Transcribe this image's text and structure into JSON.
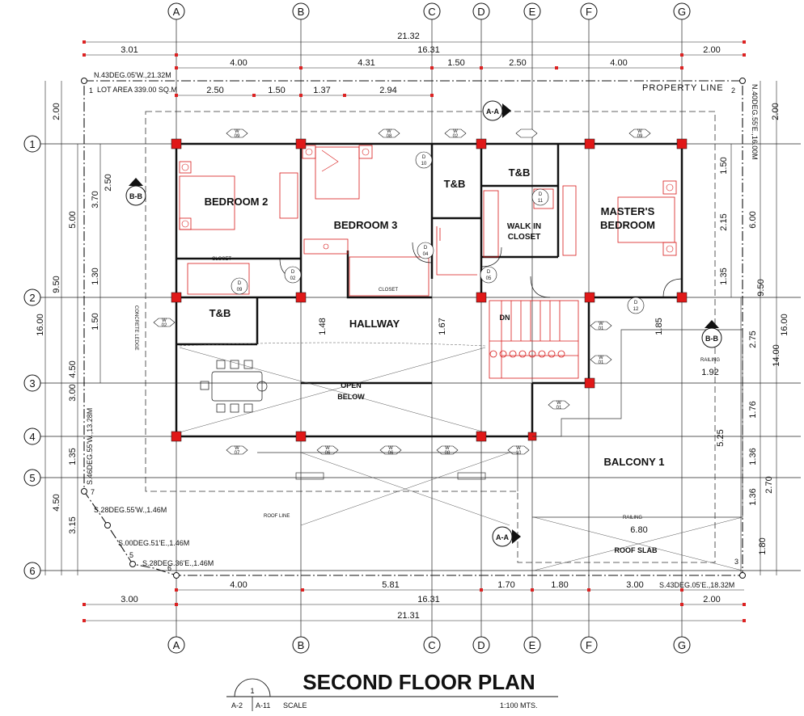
{
  "title": "SECOND FLOOR PLAN",
  "scale_label": "SCALE",
  "scale_value": "1:100 MTS.",
  "ref_top": "1",
  "ref_left": "A-2",
  "ref_right": "A-11",
  "property_line": "PROPERTY LINE",
  "lot_bearing": "N.43DEG.05'W.,21.32M",
  "lot_area": "LOT AREA 339.00 SQ.M",
  "bearing_right": "N.40DEG.55'E.,16.00M",
  "bearing_left": "S.46DEG.55'W.,13.28M",
  "bearing_bottom": "S.43DEG.05'E.,18.32M",
  "bearing_7": "S.28DEG.55'W.,1.46M",
  "bearing_6": "S.00DEG.51'E.,1.46M",
  "bearing_5": "S.28DEG.36'E.,1.46M",
  "corners": [
    "1",
    "2",
    "3",
    "5",
    "6",
    "7"
  ],
  "columns": [
    "A",
    "B",
    "C",
    "D",
    "E",
    "F",
    "G"
  ],
  "rows": [
    "1",
    "2",
    "3",
    "4",
    "5",
    "6"
  ],
  "top_dims": {
    "overall": "21.32",
    "left": "3.01",
    "mid": "16.31",
    "right": "2.00",
    "bays": [
      "4.00",
      "4.31",
      "1.50",
      "2.50",
      "4.00"
    ],
    "inner": [
      "2.50",
      "1.50",
      "1.37",
      "2.94"
    ]
  },
  "bottom_dims": {
    "overall": "21.31",
    "left": "3.00",
    "mid": "16.31",
    "right": "2.00",
    "bays": [
      "4.00",
      "5.81",
      "1.70",
      "1.80",
      "3.00"
    ]
  },
  "left_dims": {
    "overall": "16.00",
    "mid": "9.50",
    "outer": [
      "2.00",
      "5.00",
      "4.50",
      "1.35",
      "4.50"
    ],
    "inner": [
      "3.70",
      "1.30",
      "1.50",
      "3.00",
      "3.15"
    ],
    "extra": "2.50"
  },
  "right_dims": {
    "overall": "16.00",
    "mid": "14.00",
    "six": "6.00",
    "nine": "9.50",
    "two": "2.00",
    "outer": [
      "2.75",
      "1.76",
      "1.36",
      "2.70",
      "1.36",
      "1.80"
    ],
    "inner": [
      "1.50",
      "2.15",
      "1.35"
    ],
    "balcony_depth": "5.25",
    "balcony_width": "6.80",
    "stair_dim": "1.92",
    "stair_h": "1.85"
  },
  "hall_dims": {
    "h1": "1.48",
    "h2": "1.67"
  },
  "rooms": {
    "bedroom2": "BEDROOM 2",
    "bedroom3": "BEDROOM 3",
    "master1": "MASTER'S",
    "master2": "BEDROOM",
    "tb_top": "T&B",
    "tb_right": "T&B",
    "tb_left": "T&B",
    "walkin1": "WALK IN",
    "walkin2": "CLOSET",
    "hallway": "HALLWAY",
    "open1": "OPEN",
    "open2": "BELOW",
    "balcony": "BALCONY 1",
    "roof_slab": "ROOF SLAB",
    "closet": "CLOSET",
    "roof_line": "ROOF LINE",
    "railing": "RAILING",
    "dn": "DN",
    "ledge": "CONCRETE LEDGE"
  },
  "sections": {
    "aa": "A-A",
    "bb": "B-B"
  },
  "doors": [
    "D",
    "10",
    "D",
    "11",
    "D",
    "09",
    "D",
    "02",
    "D",
    "04",
    "D",
    "05",
    "D",
    "12"
  ],
  "windows": [
    "W",
    "09",
    "W",
    "08",
    "W",
    "02",
    "W",
    "09",
    "W",
    "07",
    "W",
    "06",
    "W",
    "06",
    "W",
    "08",
    "W",
    "10",
    "W",
    "01",
    "W",
    "01",
    "W",
    "01",
    "W",
    "02"
  ]
}
